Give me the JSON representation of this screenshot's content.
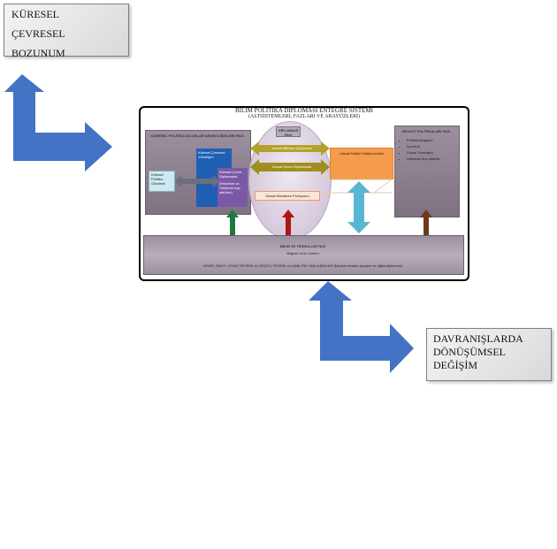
{
  "top_left_box": {
    "lines": [
      "KÜRESEL",
      "ÇEVRESEL",
      "BOZUNUM"
    ]
  },
  "bottom_right_box": {
    "lines": [
      "DAVRANIŞLARDA",
      "DÖNÜŞÜMSEL DEĞİŞİM"
    ]
  },
  "system": {
    "title": "BİLİM POLİTİKA DİPLOMASİ ENTEGRE SİSTEMİ",
    "subtitle": "(ALTSİSTEMLERİ, FAZLARI VE ARAYÜZLERİ)"
  },
  "global_politics": {
    "title": "KÜRESEL POLİTİKA (ULUSLAR ARASI İLİŞKİLER) FAZI",
    "agenda": "Küresel Politika Gündemi",
    "governance": "Küresel Çevresel Yönetişim",
    "env_diplomacy": "Küresel Çevre Diplomasisi",
    "state_actors": "(Hükümet ve Hükümet dışı aktörler)"
  },
  "diplomacy": {
    "phase": "DİPLOMASİ FAZI",
    "national_science_diplomacy": "Ulusal Bilimsel Diplomasi",
    "national_env_diplomacy": "Ulusal Çevre Diplomasisi",
    "national_negotiation": "Ulusal Müzakere Pozisyonu"
  },
  "policy_analysis": "Ulusal Politik Politika Analizi",
  "state_policies": {
    "title": "DEVLET POLİTİKALARI FAZI",
    "items": [
      "Politika Belgeleri",
      "İş hukuk",
      "Ulusal Yönetişim",
      "Hükümet dışı aktörler"
    ]
  },
  "science": {
    "phase": "BİLİM VE TEKNOLOJİ FAZI",
    "evidence": "Bilgisel Ürün Üretimi",
    "methods": "DPMR, SWOT, OYUN TEORİSİ ve ÇEŞİTLİ TEORİK ve ANALİTİK YAKLAŞIMLAR (Modern iletişim araçları ve dijital diplomasi)"
  },
  "colors": {
    "blue_arrow": "#4472c4",
    "governance_blue": "#1f5fb4",
    "diplomacy_purple": "#7a5aa6",
    "olive_arrow": "#b3a22a",
    "orange": "#f59b4c",
    "teal_arrow": "#57b7d3",
    "green_arrow": "#1e7a3d",
    "red_arrow": "#b01515",
    "brown_arrow": "#6b3a1c"
  }
}
